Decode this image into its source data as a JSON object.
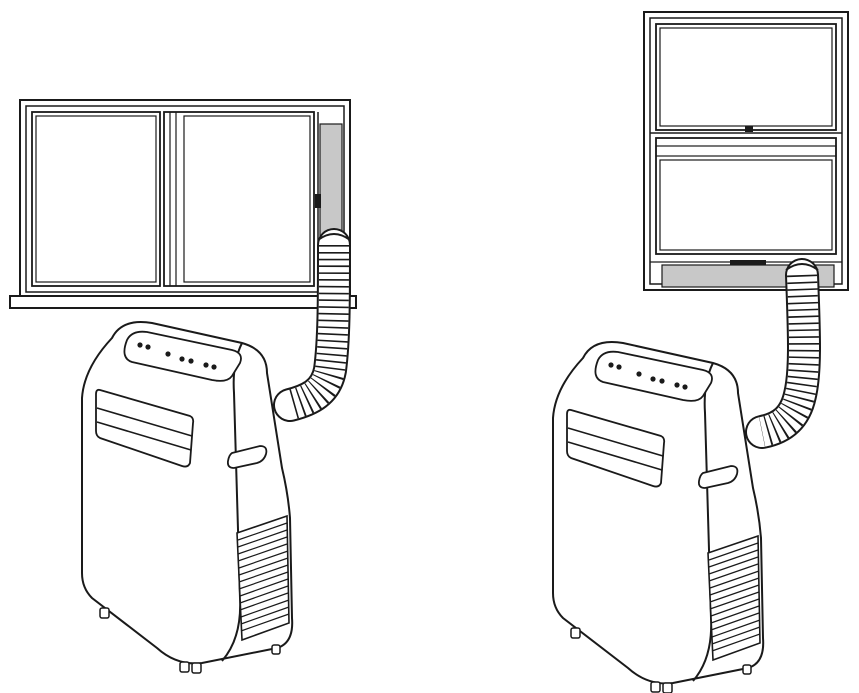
{
  "colors": {
    "background": "#ffffff",
    "line": "#1a1a1a",
    "window_gap": "#c8c8c8",
    "panel_fill": "#ffffff"
  },
  "figures": [
    {
      "id": "sliding-window-install",
      "window_type": "horizontal-sliding-window",
      "unit": "portable-air-conditioner"
    },
    {
      "id": "hung-window-install",
      "window_type": "vertical-hung-window",
      "unit": "portable-air-conditioner"
    }
  ]
}
